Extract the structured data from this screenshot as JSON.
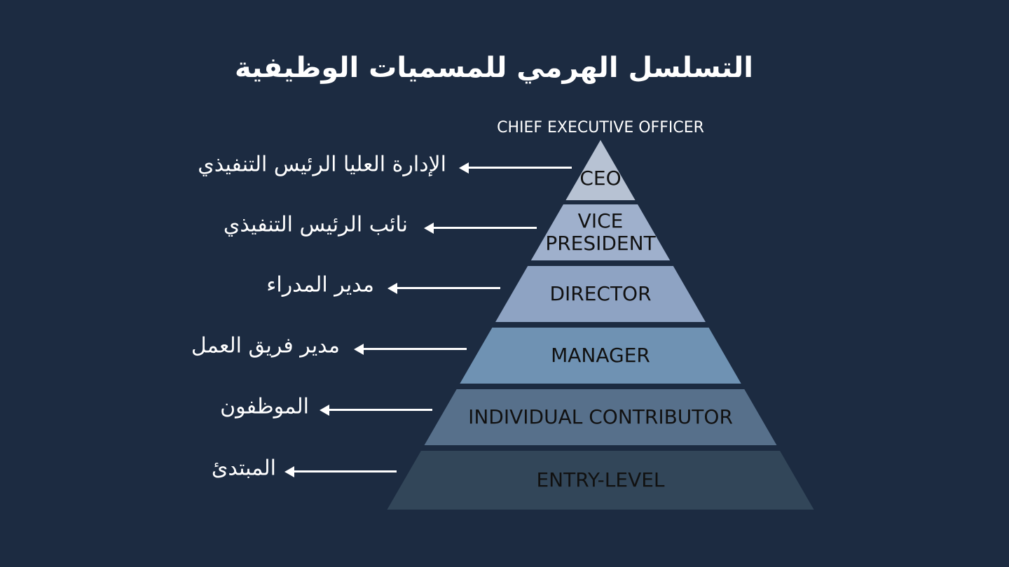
{
  "title": "التسلسل الهرمي للمسميات الوظيفية",
  "top_label": "CHIEF EXECUTIVE OFFICER",
  "tiers": [
    {
      "label": "CEO",
      "arabic": "الإدارة العليا الرئيس التنفيذي",
      "color": "#b7c2d3"
    },
    {
      "label": "VICE\nPRESIDENT",
      "arabic": "نائب الرئيس التنفيذي",
      "color": "#9fb0cc"
    },
    {
      "label": "DIRECTOR",
      "arabic": "مدير المدراء",
      "color": "#8ea3c3"
    },
    {
      "label": "MANAGER",
      "arabic": "مدير فريق العمل",
      "color": "#6f92b3"
    },
    {
      "label": "INDIVIDUAL CONTRIBUTOR",
      "arabic": "الموظفون",
      "color": "#57708b"
    },
    {
      "label": "ENTRY-LEVEL",
      "arabic": "المبتدئ",
      "color": "#324659"
    }
  ]
}
